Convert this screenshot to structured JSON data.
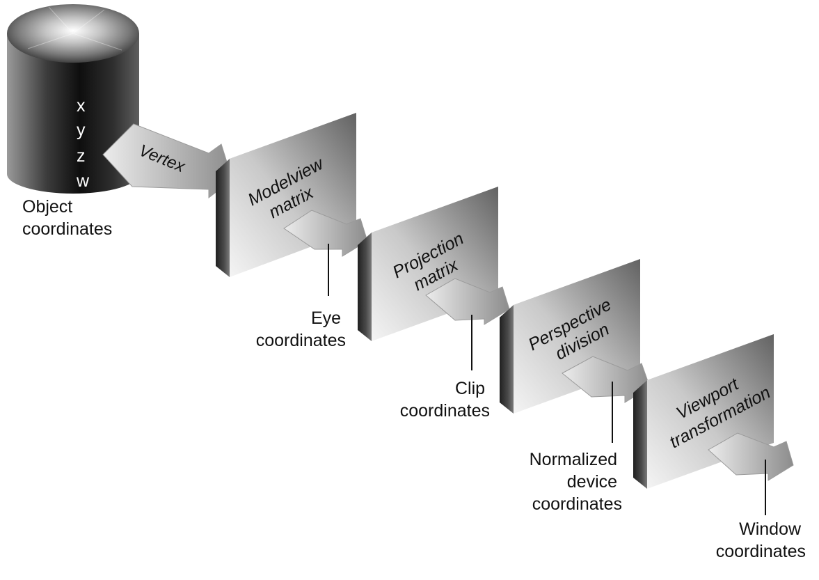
{
  "object": {
    "components": [
      "x",
      "y",
      "z",
      "w"
    ],
    "arrow_label": "Vertex",
    "label": [
      "Object",
      "coordinates"
    ]
  },
  "stages": [
    {
      "lines": [
        "Modelview",
        "matrix"
      ]
    },
    {
      "lines": [
        "Projection",
        "matrix"
      ]
    },
    {
      "lines": [
        "Perspective",
        "division"
      ]
    },
    {
      "lines": [
        "Viewport",
        "transformation"
      ]
    }
  ],
  "outputs": [
    {
      "lines": [
        "Eye",
        "coordinates"
      ]
    },
    {
      "lines": [
        "Clip",
        "coordinates"
      ]
    },
    {
      "lines": [
        "Normalized",
        "device",
        "coordinates"
      ]
    },
    {
      "lines": [
        "Window",
        "coordinates"
      ]
    }
  ],
  "colors": {
    "ink": "#111111",
    "block_front_light": "#f2f2f2",
    "block_front_dark": "#6a6a6a",
    "block_side": "#3a3a3a",
    "arrow_light": "#e6e6e6",
    "arrow_dark": "#8f8f8f"
  }
}
